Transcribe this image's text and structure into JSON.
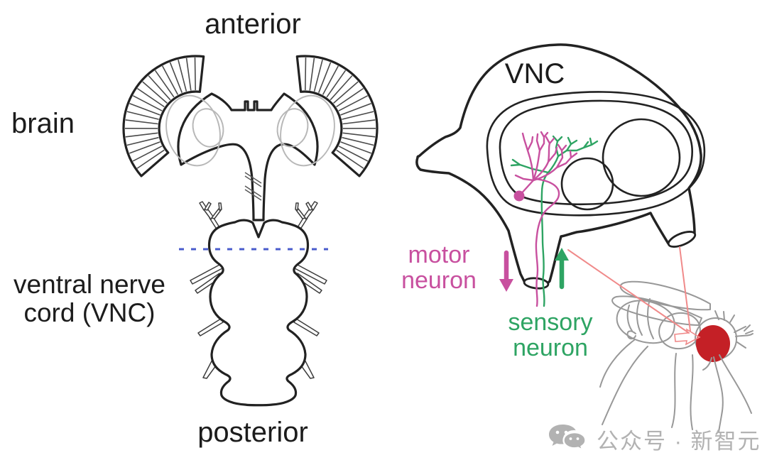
{
  "left_panel": {
    "anterior_label": "anterior",
    "brain_label": "brain",
    "vnc_label_line1": "ventral nerve",
    "vnc_label_line2": "cord (VNC)",
    "posterior_label": "posterior"
  },
  "inset_panel": {
    "vnc_label": "VNC",
    "motor_label_line1": "motor",
    "motor_label_line2": "neuron",
    "motor_arrow_icon": "arrow-down",
    "sensory_label_line1": "sensory",
    "sensory_label_line2": "neuron",
    "sensory_arrow_icon": "arrow-up"
  },
  "watermark": {
    "icon": "wechat-icon",
    "text": "公众号 · 新智元"
  },
  "colors": {
    "outline": "#222222",
    "motor": "#c8509f",
    "sensory": "#2ea463",
    "dashline": "#4a5ccc",
    "callout": "#f08a8a",
    "fly": "#989898",
    "fly_eye": "#c42026",
    "watermark_gray": "#b2b2b2",
    "label_black": "#1c1c1c"
  }
}
